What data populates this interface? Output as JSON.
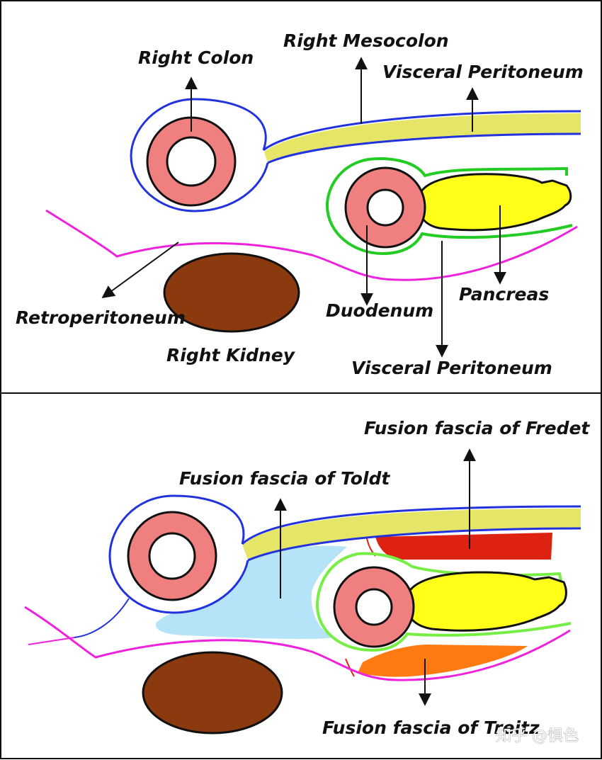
{
  "panel_top": {
    "labels": {
      "right_colon": "Right Colon",
      "right_mesocolon": "Right Mesocolon",
      "visceral_peritoneum_top": "Visceral Peritoneum",
      "retroperitoneum": "Retroperitoneum",
      "right_kidney": "Right Kidney",
      "duodenum": "Duodenum",
      "pancreas": "Pancreas",
      "visceral_peritoneum_bottom": "Visceral Peritoneum"
    }
  },
  "panel_bottom": {
    "labels": {
      "fusion_fredet": "Fusion fascia of Fredet",
      "fusion_toldt": "Fusion fascia of Toldt",
      "fusion_treitz": "Fusion fascia of Treitz"
    }
  },
  "watermark": "知乎 @惧色",
  "colors": {
    "colon_ring": "#f08080",
    "mesocolon": "#e5e567",
    "pancreas": "#ffff1a",
    "kidney": "#8b3a10",
    "visceral_blue": "#2233dd",
    "visceral_green_top": "#22cc22",
    "visceral_green_bottom": "#77ee44",
    "retroperitoneum": "#ee22dd",
    "toldt": "#b5e3f7",
    "fredet": "#dd2211",
    "treitz": "#ff7a11"
  }
}
